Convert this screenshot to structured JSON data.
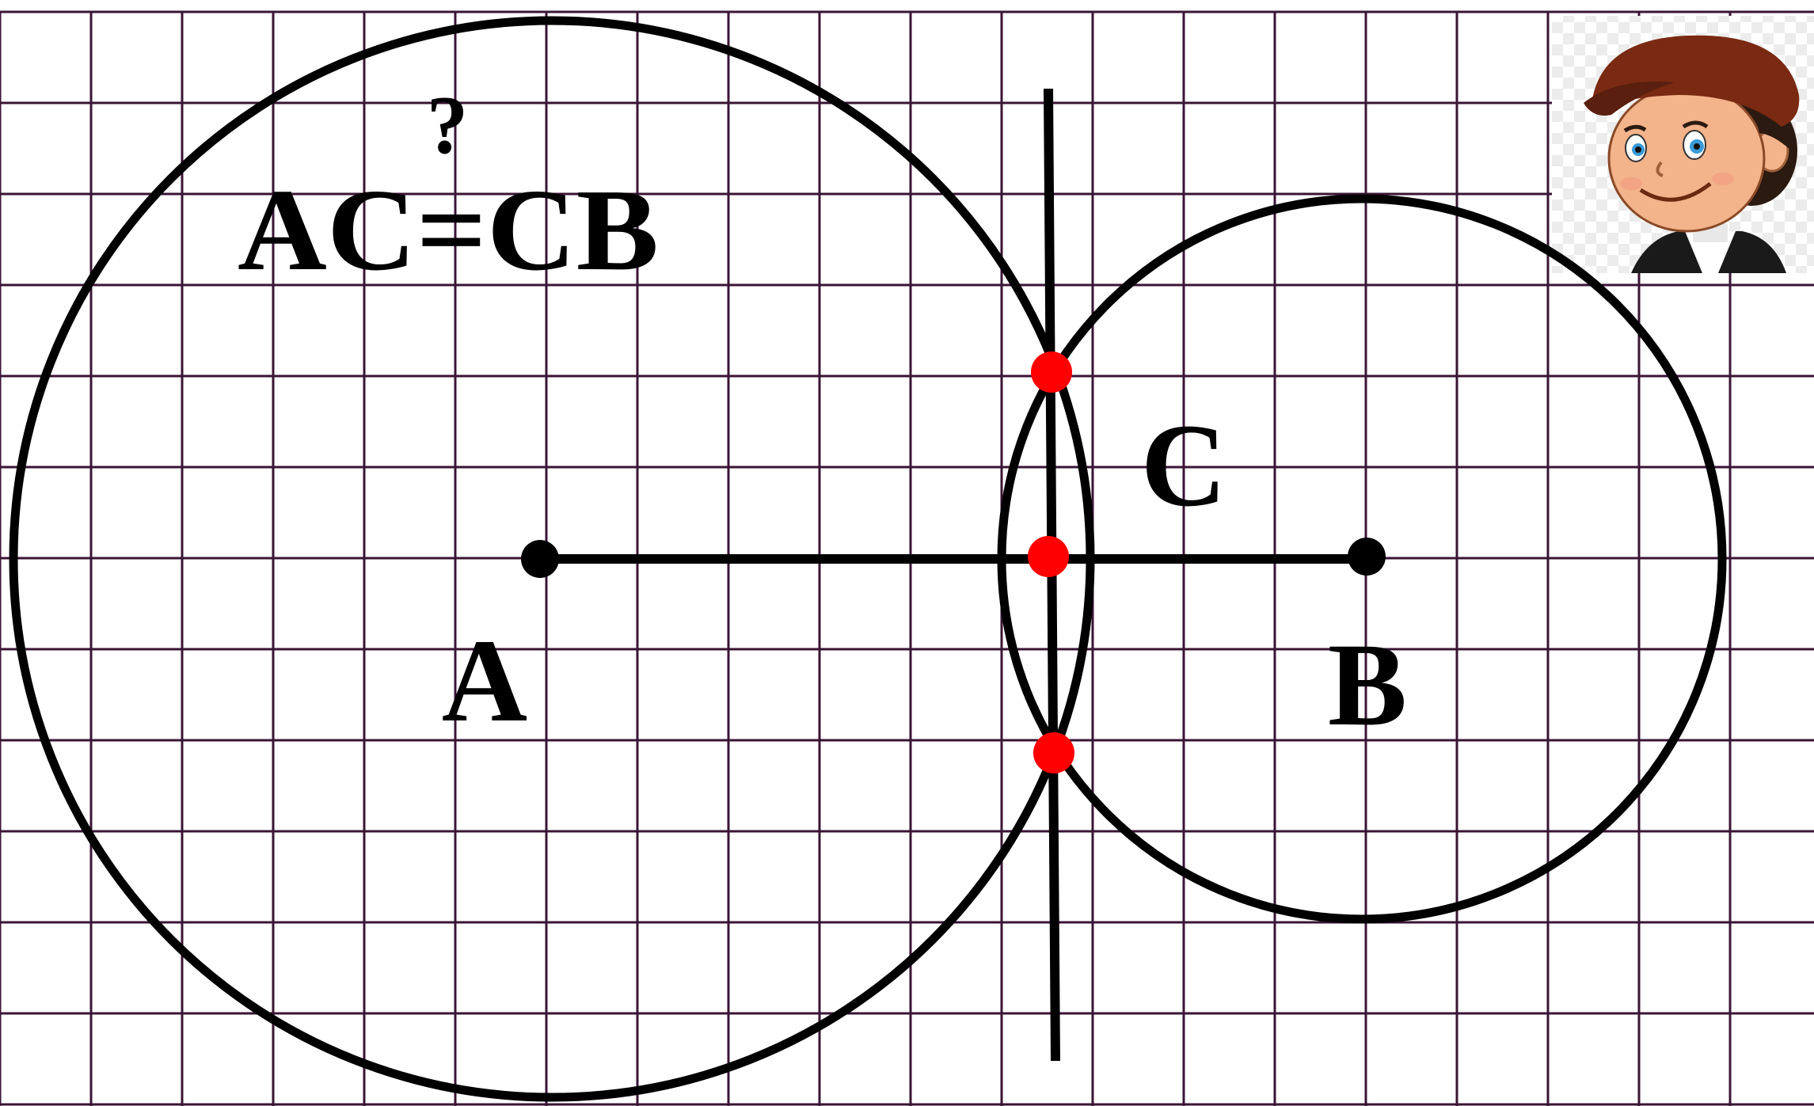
{
  "labels": {
    "question": "?",
    "equation": "AC=CB",
    "point_a": "A",
    "point_b": "B",
    "point_c": "C"
  },
  "colors": {
    "grid": "#3a1535",
    "ink": "#000000",
    "intersection": "#ff0000",
    "hat": "#7a2a12",
    "hat_brim": "#5a1f0e",
    "hair": "#2b1a10",
    "skin": "#f3b38b",
    "eye": "#3a9bd8",
    "jacket": "#1a1a1a",
    "checker": "#e6e6e6"
  },
  "icons": {
    "avatar": "boy-with-cap-icon"
  }
}
